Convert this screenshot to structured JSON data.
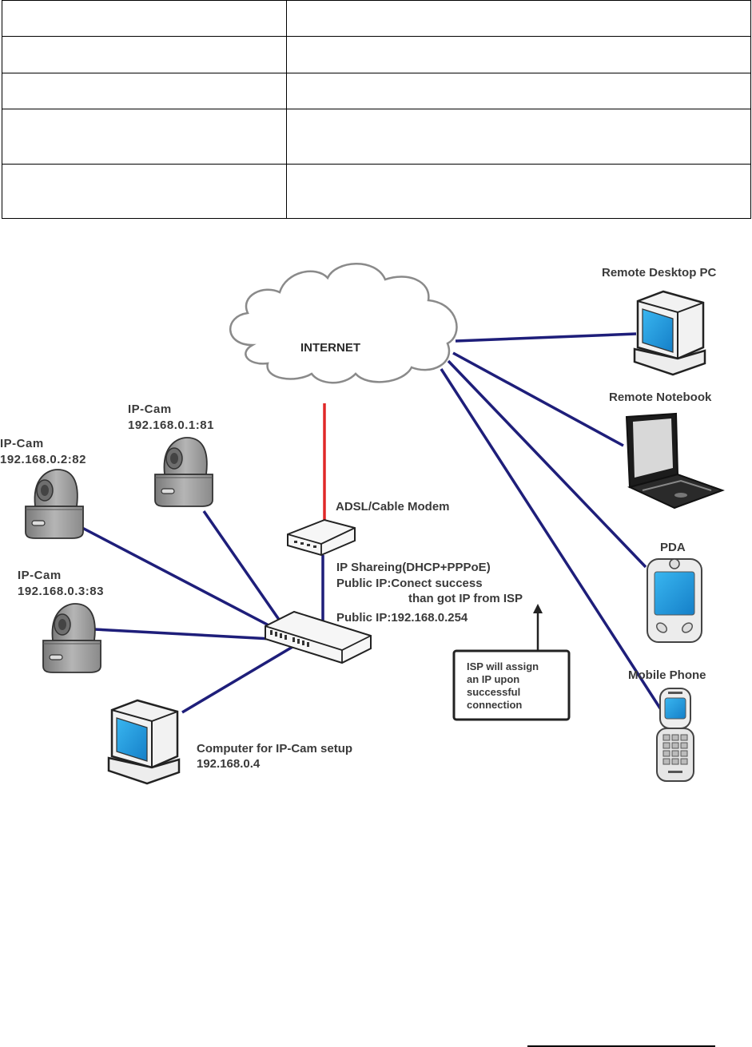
{
  "spec_table": {
    "rows": [
      [
        "",
        ""
      ],
      [
        "",
        ""
      ],
      [
        "",
        ""
      ],
      [
        "",
        ""
      ],
      [
        "",
        ""
      ]
    ]
  },
  "diagram": {
    "colors": {
      "lan_link": "#1e1e7a",
      "wan_link": "#e02828",
      "screen": "#1e9be0",
      "outline": "#222222",
      "cloud_stroke": "#8a8a8a"
    },
    "nodes": {
      "internet": {
        "label": "INTERNET",
        "icon": "cloud-icon"
      },
      "remote_desktop": {
        "label": "Remote Desktop PC",
        "icon": "desktop-pc-icon"
      },
      "remote_notebook": {
        "label": "Remote Notebook",
        "icon": "laptop-icon"
      },
      "pda": {
        "label": "PDA",
        "icon": "pda-icon"
      },
      "mobile_phone": {
        "label": "Mobile Phone",
        "icon": "mobile-phone-icon"
      },
      "modem": {
        "label": "ADSL/Cable Modem",
        "icon": "modem-icon"
      },
      "router": {
        "icon": "router-switch-icon",
        "lines": [
          "IP Shareing(DHCP+PPPoE)",
          "Public IP:Conect success",
          "than got IP from ISP",
          "Public IP:192.168.0.254"
        ]
      },
      "cam1": {
        "name": "IP-Cam",
        "address": "192.168.0.1:81",
        "icon": "ip-camera-icon"
      },
      "cam2": {
        "name": "IP-Cam",
        "address": "192.168.0.2:82",
        "icon": "ip-camera-icon"
      },
      "cam3": {
        "name": "IP-Cam",
        "address": "192.168.0.3:83",
        "icon": "ip-camera-icon"
      },
      "setup_pc": {
        "name": "Computer for IP-Cam setup",
        "address": "192.168.0.4",
        "icon": "desktop-pc-icon"
      }
    },
    "callout": {
      "lines": [
        "ISP will assign",
        "an IP upon",
        "successful",
        "connection"
      ]
    }
  }
}
